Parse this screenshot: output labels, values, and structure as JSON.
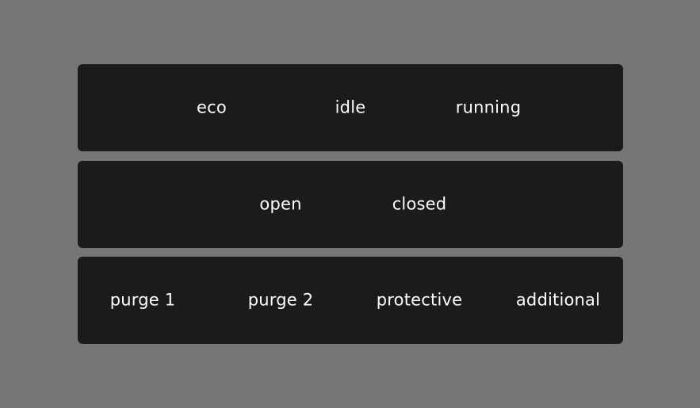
{
  "mode_selector": {
    "options": [
      "eco",
      "idle",
      "running"
    ]
  },
  "valve_selector": {
    "options": [
      "open",
      "closed"
    ]
  },
  "function_selector": {
    "options": [
      "purge 1",
      "purge 2",
      "protective",
      "additional"
    ]
  }
}
